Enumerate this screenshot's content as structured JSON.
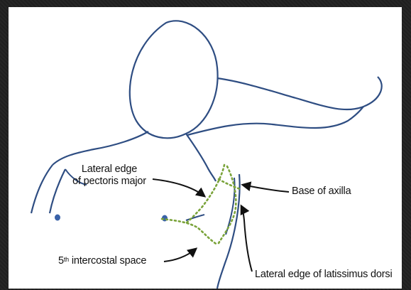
{
  "diagram": {
    "labels": {
      "lateral_edge_pectoris_line1": "Lateral edge",
      "lateral_edge_pectoris_line2": "of pectoris major",
      "base_of_axilla": "Base of axilla",
      "intercostal_number": "5",
      "intercostal_sup": "th",
      "intercostal_rest": " intercostal space",
      "lateral_edge_latissimus": "Lateral edge of latissimus dorsi"
    },
    "colors": {
      "outline": "#2e4d82",
      "dotted_line": "#7aa33a",
      "arrow": "#111111",
      "nipple": "#3a62a8",
      "background": "#ffffff"
    }
  }
}
